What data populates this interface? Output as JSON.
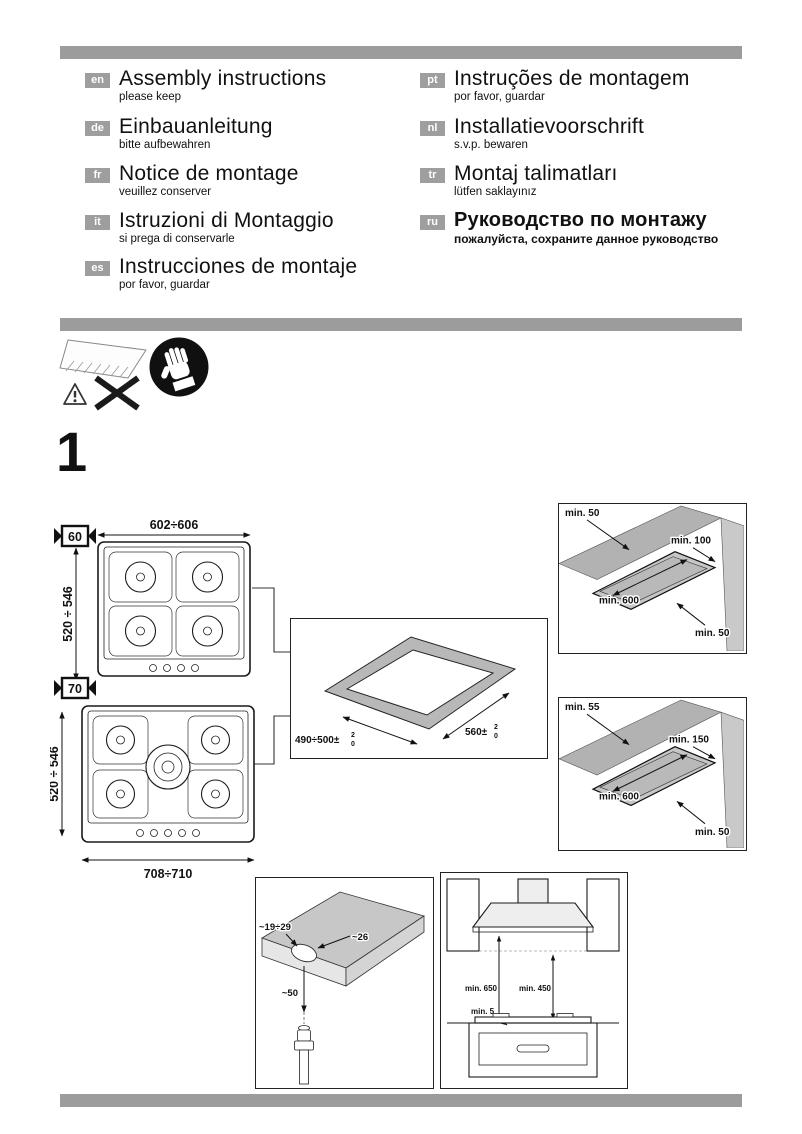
{
  "step": {
    "number": "1"
  },
  "languages": [
    {
      "code": "en",
      "title": "Assembly instructions",
      "subtitle": "please keep"
    },
    {
      "code": "de",
      "title": "Einbauanleitung",
      "subtitle": "bitte aufbewahren"
    },
    {
      "code": "fr",
      "title": "Notice de montage",
      "subtitle": "veuillez conserver"
    },
    {
      "code": "it",
      "title": "Istruzioni di Montaggio",
      "subtitle": "si prega di conservarle"
    },
    {
      "code": "es",
      "title": "Instrucciones de montaje",
      "subtitle": "por favor, guardar"
    },
    {
      "code": "pt",
      "title": "Instruções de montagem",
      "subtitle": "por favor, guardar"
    },
    {
      "code": "nl",
      "title": "Installatievoorschrift",
      "subtitle": "s.v.p. bewaren"
    },
    {
      "code": "tr",
      "title": "Montaj talimatları",
      "subtitle": "lütfen saklayınız"
    },
    {
      "code": "ru",
      "title": "Руководство по монтажу",
      "subtitle": "пожалуйста, сохраните данное руководство"
    }
  ],
  "hob60": {
    "badge": "60",
    "width_dim": "602÷606",
    "depth_dim": "520 ÷ 546"
  },
  "hob70": {
    "badge": "70",
    "width_dim": "708÷710",
    "depth_dim": "520 ÷ 546"
  },
  "cutout": {
    "depth": "490÷500±",
    "depth_tol_top": "2",
    "depth_tol_bottom": "0",
    "width": "560±",
    "width_tol_top": "2",
    "width_tol_bottom": "0"
  },
  "clearance60": {
    "back": "min. 50",
    "side": "min. 100",
    "width": "min. 600",
    "front": "min. 50"
  },
  "clearance70": {
    "back": "min. 55",
    "side": "min. 150",
    "width": "min. 600",
    "front": "min. 50"
  },
  "gas": {
    "dim_left": "~19÷29",
    "dim_right": "~26",
    "dim_below": "~50"
  },
  "hood": {
    "dim_hood": "min. 650",
    "dim_cabinet": "min. 450",
    "dim_gap": "min. 5"
  }
}
